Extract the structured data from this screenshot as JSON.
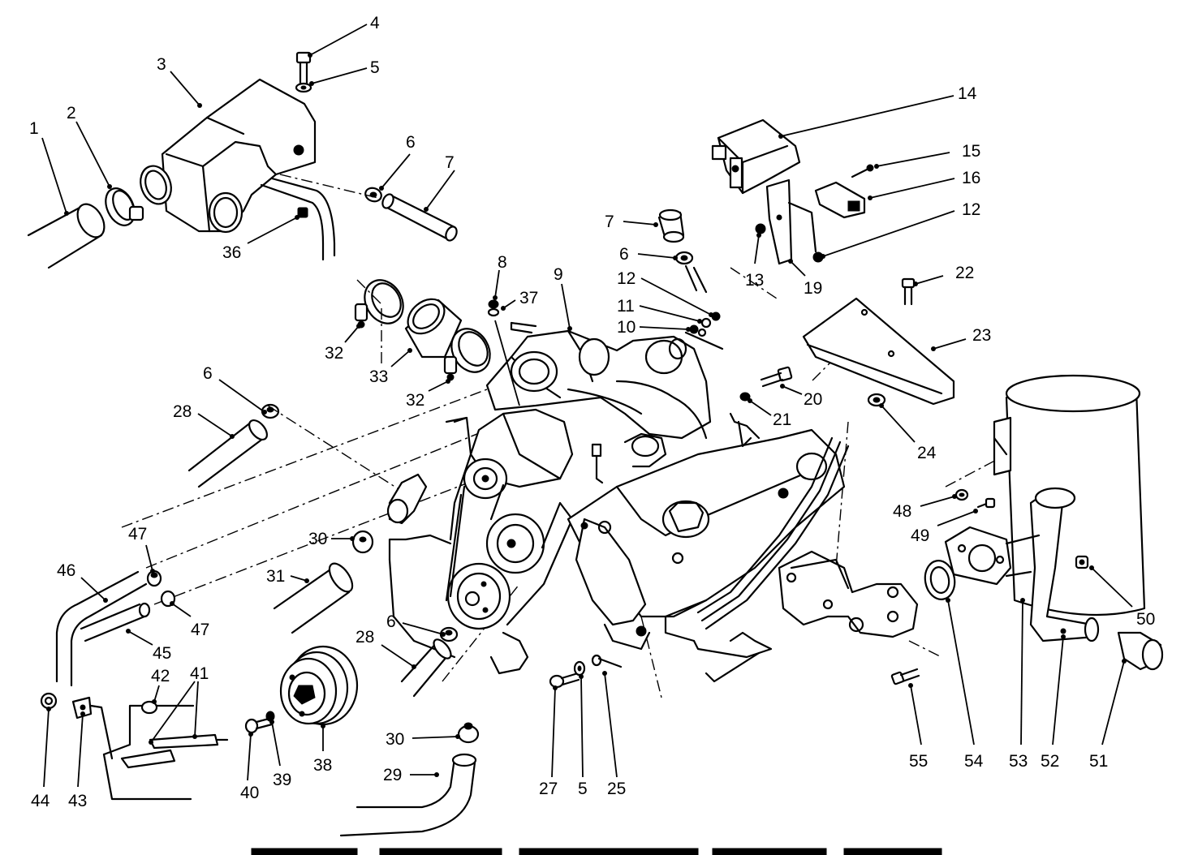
{
  "diagram": {
    "callouts": [
      {
        "id": "c1",
        "label": "1"
      },
      {
        "id": "c2",
        "label": "2"
      },
      {
        "id": "c3",
        "label": "3"
      },
      {
        "id": "c4",
        "label": "4"
      },
      {
        "id": "c5a",
        "label": "5"
      },
      {
        "id": "c6a",
        "label": "6"
      },
      {
        "id": "c7a",
        "label": "7"
      },
      {
        "id": "c36",
        "label": "36"
      },
      {
        "id": "c14",
        "label": "14"
      },
      {
        "id": "c15",
        "label": "15"
      },
      {
        "id": "c16",
        "label": "16"
      },
      {
        "id": "c12a",
        "label": "12"
      },
      {
        "id": "c7b",
        "label": "7"
      },
      {
        "id": "c6b",
        "label": "6"
      },
      {
        "id": "c13",
        "label": "13"
      },
      {
        "id": "c19",
        "label": "19"
      },
      {
        "id": "c12b",
        "label": "12"
      },
      {
        "id": "c11",
        "label": "11"
      },
      {
        "id": "c10",
        "label": "10"
      },
      {
        "id": "c8",
        "label": "8"
      },
      {
        "id": "c37",
        "label": "37"
      },
      {
        "id": "c9",
        "label": "9"
      },
      {
        "id": "c22",
        "label": "22"
      },
      {
        "id": "c23",
        "label": "23"
      },
      {
        "id": "c32a",
        "label": "32"
      },
      {
        "id": "c33",
        "label": "33"
      },
      {
        "id": "c32b",
        "label": "32"
      },
      {
        "id": "c6c",
        "label": "6"
      },
      {
        "id": "c28a",
        "label": "28"
      },
      {
        "id": "c20",
        "label": "20"
      },
      {
        "id": "c21",
        "label": "21"
      },
      {
        "id": "c24",
        "label": "24"
      },
      {
        "id": "c48",
        "label": "48"
      },
      {
        "id": "c49",
        "label": "49"
      },
      {
        "id": "c47a",
        "label": "47"
      },
      {
        "id": "c46",
        "label": "46"
      },
      {
        "id": "c30a",
        "label": "30"
      },
      {
        "id": "c31",
        "label": "31"
      },
      {
        "id": "c47b",
        "label": "47"
      },
      {
        "id": "c45",
        "label": "45"
      },
      {
        "id": "c50",
        "label": "50"
      },
      {
        "id": "c6d",
        "label": "6"
      },
      {
        "id": "c28b",
        "label": "28"
      },
      {
        "id": "c42",
        "label": "42"
      },
      {
        "id": "c41",
        "label": "41"
      },
      {
        "id": "c30b",
        "label": "30"
      },
      {
        "id": "c29",
        "label": "29"
      },
      {
        "id": "c44",
        "label": "44"
      },
      {
        "id": "c43",
        "label": "43"
      },
      {
        "id": "c40",
        "label": "40"
      },
      {
        "id": "c39",
        "label": "39"
      },
      {
        "id": "c38",
        "label": "38"
      },
      {
        "id": "c27",
        "label": "27"
      },
      {
        "id": "c5b",
        "label": "5"
      },
      {
        "id": "c25",
        "label": "25"
      },
      {
        "id": "c55",
        "label": "55"
      },
      {
        "id": "c54",
        "label": "54"
      },
      {
        "id": "c53",
        "label": "53"
      },
      {
        "id": "c52",
        "label": "52"
      },
      {
        "id": "c51",
        "label": "51"
      }
    ]
  }
}
